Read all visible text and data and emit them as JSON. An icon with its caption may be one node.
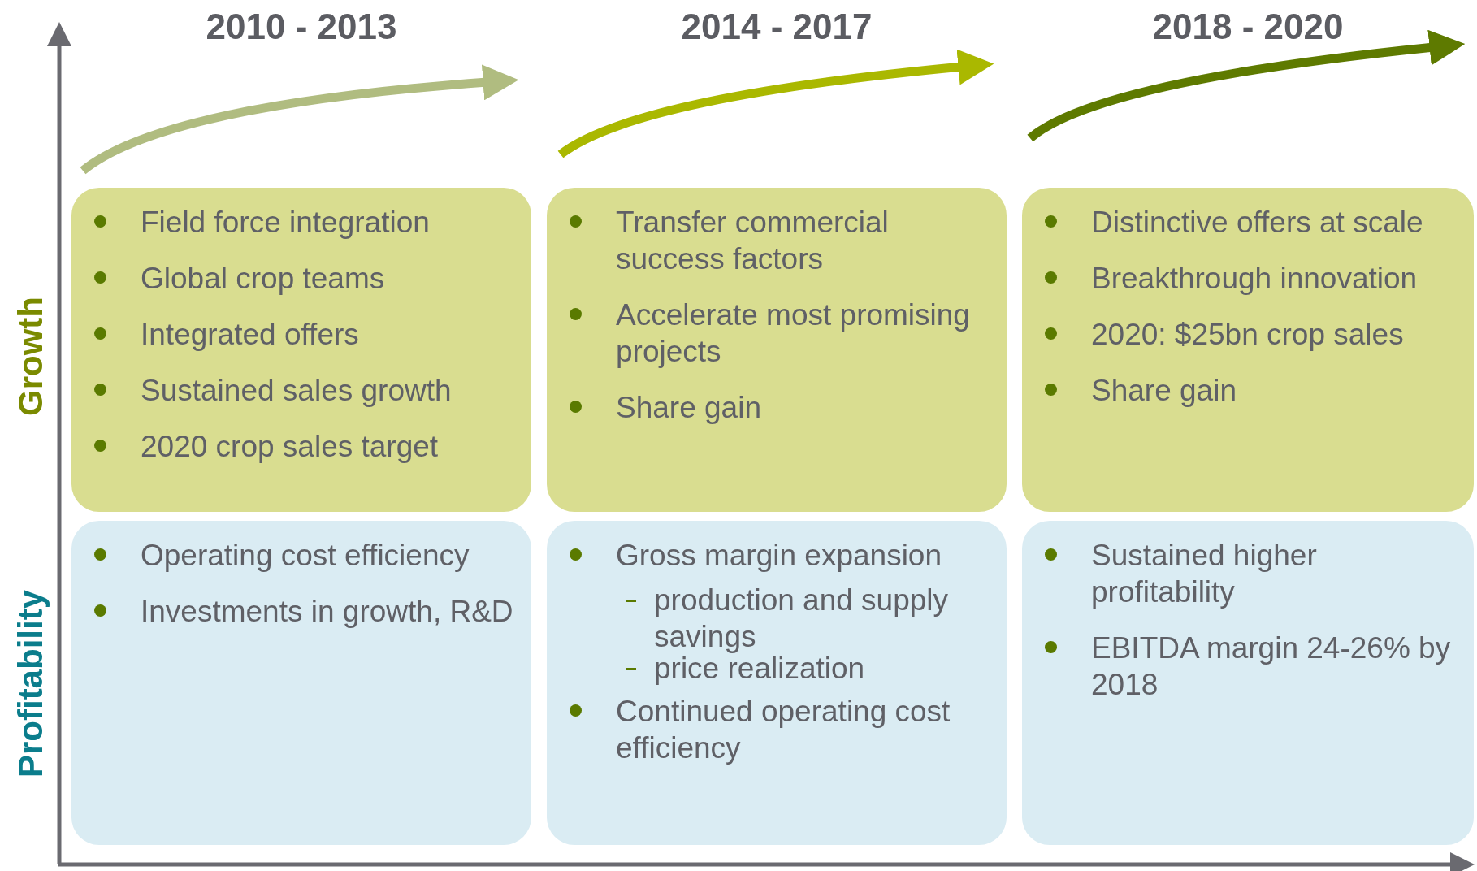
{
  "diagram": {
    "nodes": [
      {
        "text": [
          "Field force integration",
          "Global crop teams",
          "Integrated offers",
          "Sustained sales growth",
          "2020 crop sales target"
        ]
      },
      {
        "text": [
          "Transfer commercial success factors",
          "Accelerate most promising projects",
          "Share gain"
        ]
      },
      {
        "text": [
          "Distinctive offers at scale",
          "Breakthrough innovation",
          "2020: $25bn crop sales",
          "Share gain"
        ]
      },
      {
        "text": [
          "Operating cost efficiency",
          "Investments in growth, R&D"
        ]
      },
      {
        "text": [
          "Gross margin expansion",
          "production and supply savings",
          "price realization",
          "Continued operating cost efficiency"
        ]
      },
      {
        "text": [
          "Sustained higher profitability",
          "EBITDA margin 24-26% by 2018"
        ]
      }
    ],
    "labels": [
      "2010 - 2013",
      "2014 - 2017",
      "2018 - 2020",
      "Growth",
      "Profitability"
    ]
  }
}
